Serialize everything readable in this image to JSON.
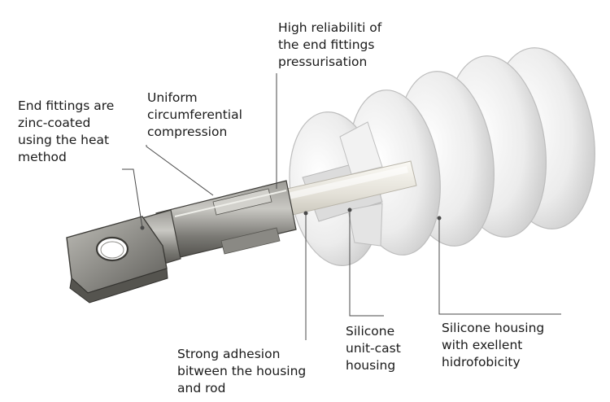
{
  "labels": {
    "end_fittings": [
      "End fittings are",
      "zinc-coated",
      "using the heat",
      "method"
    ],
    "uniform": [
      "Uniform",
      "circumferential",
      "compression"
    ],
    "high_reliability": [
      "High reliabiliti of",
      "the end fittings",
      "pressurisation"
    ],
    "strong_adhesion": [
      "Strong adhesion",
      "bitween the housing",
      "and rod"
    ],
    "unit_cast": [
      "Silicone",
      "unit-cast",
      "housing"
    ],
    "hydrophobicity": [
      "Silicone housing",
      "with exellent",
      "hidrofobicity"
    ]
  },
  "colors": {
    "text": "#1a1a1a",
    "leader_line": "#4a4a4a",
    "silicone_light": "#f4f4f4",
    "silicone_shade": "#c9c9c9",
    "metal_light": "#b8b8b4",
    "metal_dark": "#5a5955",
    "rod": "#e8e6e0"
  }
}
